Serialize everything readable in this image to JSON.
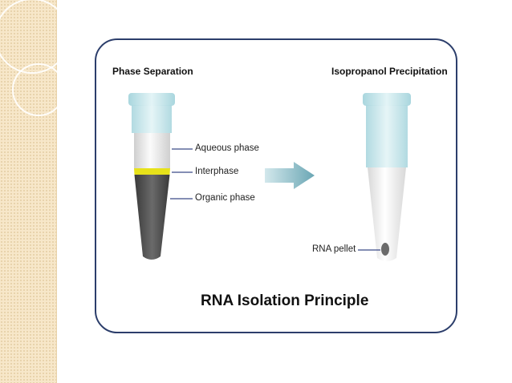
{
  "left_heading": "Phase Separation",
  "right_heading": "Isopropanol Precipitation",
  "labels": {
    "aqueous": "Aqueous phase",
    "interphase": "Interphase",
    "organic": "Organic phase",
    "pellet": "RNA pellet"
  },
  "caption": "RNA Isolation Principle",
  "colors": {
    "tube_cap": "#cde9ee",
    "aqueous": "#f2f2f2",
    "interphase": "#e7e21a",
    "organic": "#555555",
    "arrow": "#7ab2bf",
    "panel_border": "#2c3e6b",
    "leader": "#3b4a88",
    "side_strip": "#f7e7c9"
  }
}
